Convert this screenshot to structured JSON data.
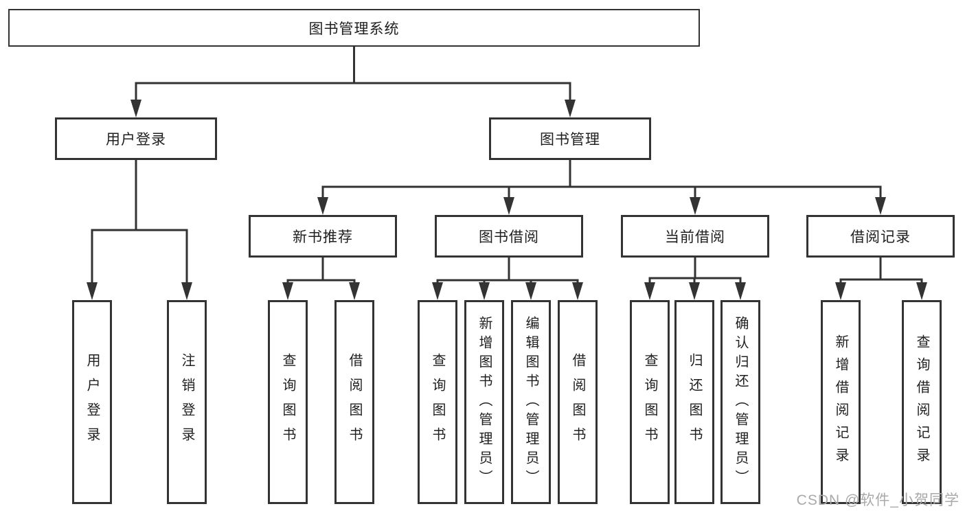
{
  "colors": {
    "line": "#333333",
    "box_border": "#333333",
    "box_background": "#ffffff",
    "text": "#1f1f1f",
    "watermark": "#a9a9a9"
  },
  "tree": {
    "root": "图书管理系统",
    "branches": [
      {
        "label": "用户登录",
        "children": [
          "用户登录",
          "注销登录"
        ]
      },
      {
        "label": "图书管理",
        "sections": [
          {
            "label": "新书推荐",
            "children": [
              "查询图书",
              "借阅图书"
            ]
          },
          {
            "label": "图书借阅",
            "children": [
              "查询图书",
              "新增图书（管理员）",
              "编辑图书（管理员）",
              "借阅图书"
            ]
          },
          {
            "label": "当前借阅",
            "children": [
              "查询图书",
              "归还图书",
              "确认归还（管理员）"
            ]
          },
          {
            "label": "借阅记录",
            "children": [
              "新增借阅记录",
              "查询借阅记录"
            ]
          }
        ]
      }
    ]
  },
  "watermark": "CSDN @软件_小贺同学"
}
